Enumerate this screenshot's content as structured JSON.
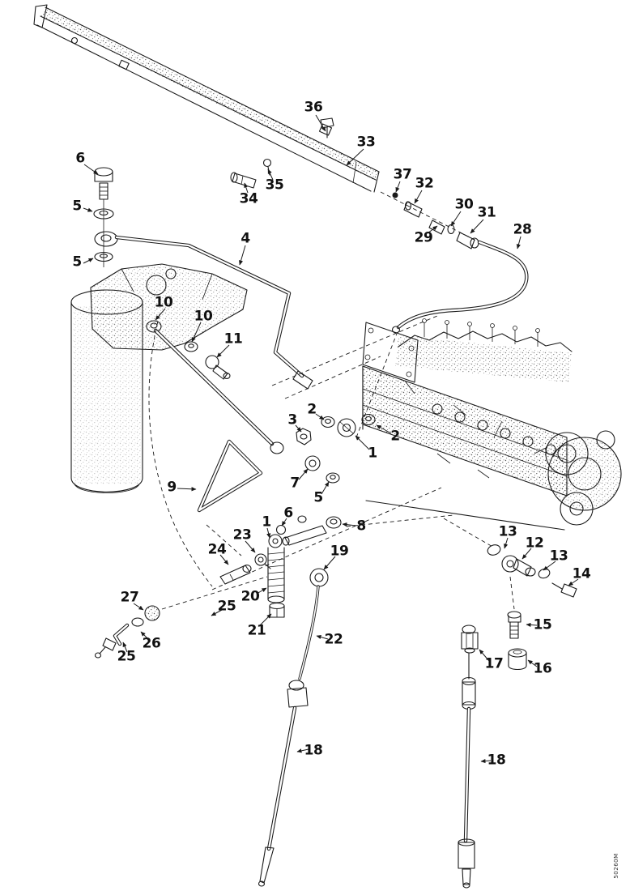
{
  "figure": {
    "ink_color": "#1a1a1a",
    "paper_color": "#ffffff"
  },
  "callouts": [
    {
      "text": "36"
    },
    {
      "text": "33"
    },
    {
      "text": "35"
    },
    {
      "text": "34"
    },
    {
      "text": "37"
    },
    {
      "text": "32"
    },
    {
      "text": "30"
    },
    {
      "text": "31"
    },
    {
      "text": "29"
    },
    {
      "text": "28"
    },
    {
      "text": "6"
    },
    {
      "text": "5"
    },
    {
      "text": "5"
    },
    {
      "text": "4"
    },
    {
      "text": "10"
    },
    {
      "text": "10"
    },
    {
      "text": "11"
    },
    {
      "text": "3"
    },
    {
      "text": "2"
    },
    {
      "text": "2"
    },
    {
      "text": "1"
    },
    {
      "text": "7"
    },
    {
      "text": "5"
    },
    {
      "text": "9"
    },
    {
      "text": "6"
    },
    {
      "text": "1"
    },
    {
      "text": "8"
    },
    {
      "text": "23"
    },
    {
      "text": "24"
    },
    {
      "text": "19"
    },
    {
      "text": "20"
    },
    {
      "text": "21"
    },
    {
      "text": "25"
    },
    {
      "text": "26"
    },
    {
      "text": "25"
    },
    {
      "text": "27"
    },
    {
      "text": "22"
    },
    {
      "text": "13"
    },
    {
      "text": "12"
    },
    {
      "text": "13"
    },
    {
      "text": "14"
    },
    {
      "text": "15"
    },
    {
      "text": "16"
    },
    {
      "text": "17"
    },
    {
      "text": "18"
    },
    {
      "text": "18"
    }
  ],
  "corner_code": "50260M"
}
